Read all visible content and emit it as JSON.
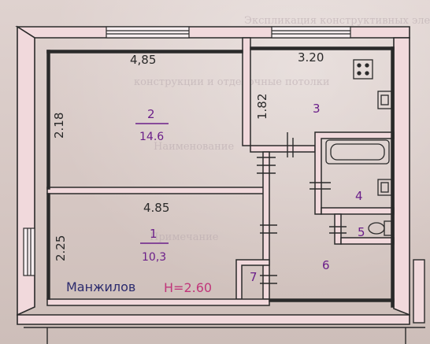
{
  "plan": {
    "dims": {
      "top_left": "4,85",
      "top_right": "3.20",
      "left_upper": "2.18",
      "room3_height": "1.82",
      "middle_wall": "4.85",
      "left_lower": "2.25"
    },
    "rooms": [
      {
        "number": "1",
        "area": "10,3"
      },
      {
        "number": "2",
        "area": "14.6"
      },
      {
        "number": "3",
        "area": ""
      },
      {
        "number": "4",
        "area": ""
      },
      {
        "number": "5",
        "area": ""
      },
      {
        "number": "6",
        "area": ""
      },
      {
        "number": "7",
        "area": ""
      }
    ],
    "owner_name": "Манжилов",
    "ceiling_height": "H=2.60"
  },
  "background_print": {
    "line_1": "Экспликация конструктивных элементов",
    "line_2": "конструкции и отделочные потолки",
    "line_3": "Наименование",
    "line_4": "Примечание"
  },
  "colors": {
    "wall_fill": "#f1d9dc",
    "wall_stroke": "#2a2a2a",
    "room_label_ink": "#6b1f8a",
    "name_ink": "#2b2b6e",
    "height_ink": "#c0367a"
  },
  "icons": [
    "stove-icon",
    "sink-icon",
    "bathtub-icon",
    "toilet-icon",
    "window-icon",
    "door-icon"
  ]
}
